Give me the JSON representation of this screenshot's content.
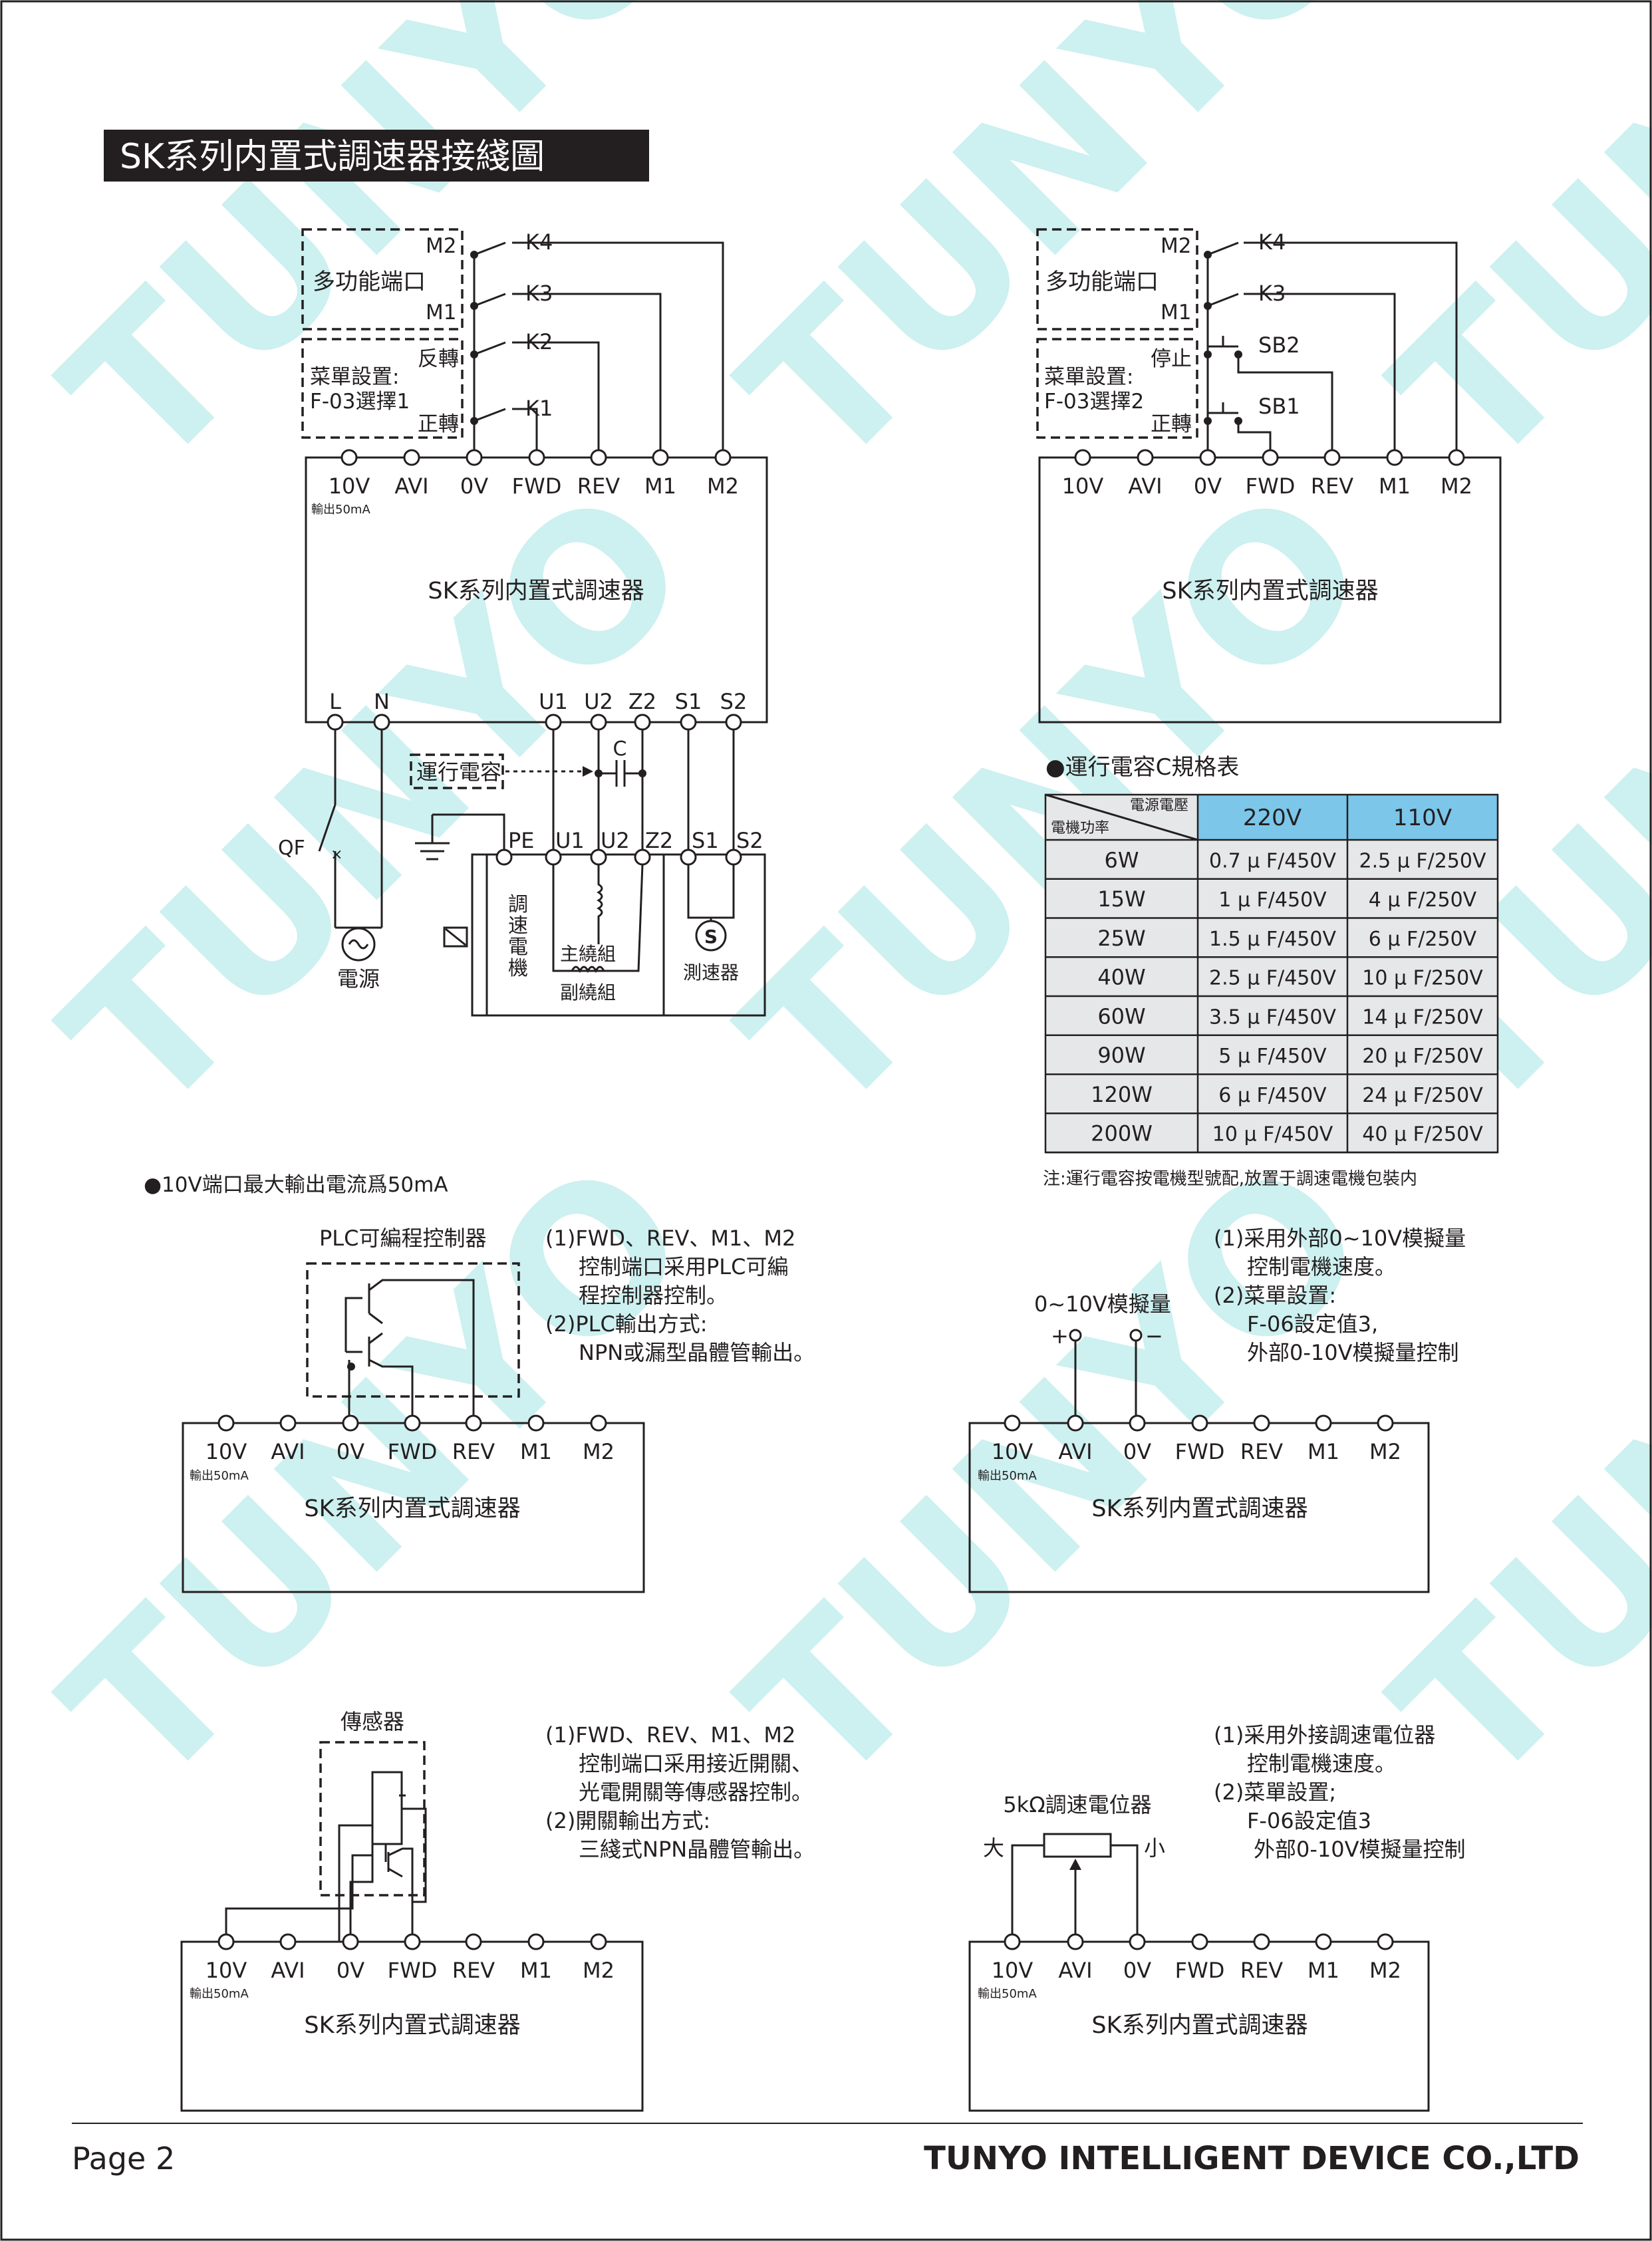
{
  "header": {
    "title": "SK系列内置式調速器接綫圖"
  },
  "watermark": {
    "text": "TUNYO"
  },
  "controller": {
    "name": "SK系列内置式調速器",
    "terminals": [
      "10V",
      "AVI",
      "0V",
      "FWD",
      "REV",
      "M1",
      "M2"
    ],
    "output_note": "輸出50mA",
    "power_terminals": [
      "L",
      "N"
    ],
    "motor_terminals": [
      "U1",
      "U2",
      "Z2",
      "S1",
      "S2"
    ]
  },
  "diagram1": {
    "multi_port": "多功能端口",
    "m2": "M2",
    "m1": "M1",
    "menu": "菜單設置:",
    "menu_value": "F-03選擇1",
    "reverse": "反轉",
    "forward": "正轉",
    "switches": [
      "K4",
      "K3",
      "K2",
      "K1"
    ],
    "run_cap": "運行電容",
    "cap": "C",
    "qf": "QF",
    "power": "電源",
    "pe": "PE",
    "motor": [
      "調",
      "速",
      "電",
      "機"
    ],
    "main_winding": "主繞組",
    "aux_winding": "副繞組",
    "tacho": "測速器",
    "tacho_symbol": "S"
  },
  "diagram2": {
    "multi_port": "多功能端口",
    "m2": "M2",
    "m1": "M1",
    "menu": "菜單設置:",
    "menu_value": "F-03選擇2",
    "stop": "停止",
    "forward": "正轉",
    "switches": [
      "K4",
      "K3",
      "SB2",
      "SB1"
    ]
  },
  "capacitor_table": {
    "title": "●運行電容C規格表",
    "header_top": "電源電壓",
    "header_side": "電機功率",
    "columns": [
      "220V",
      "110V"
    ],
    "rows": [
      [
        "6W",
        "0.7 μ F/450V",
        "2.5 μ F/250V"
      ],
      [
        "15W",
        "1 μ F/450V",
        "4 μ F/250V"
      ],
      [
        "25W",
        "1.5 μ F/450V",
        "6 μ F/250V"
      ],
      [
        "40W",
        "2.5 μ F/450V",
        "10 μ F/250V"
      ],
      [
        "60W",
        "3.5 μ F/450V",
        "14 μ F/250V"
      ],
      [
        "90W",
        "5 μ F/450V",
        "20 μ F/250V"
      ],
      [
        "120W",
        "6 μ F/450V",
        "24 μ F/250V"
      ],
      [
        "200W",
        "10 μ F/450V",
        "40 μ F/250V"
      ]
    ],
    "note": "注:運行電容按電機型號配,放置于調速電機包裝内"
  },
  "current_note": "●10V端口最大輸出電流爲50mA",
  "plc": {
    "label": "PLC可編程控制器",
    "lines": [
      "(1)FWD、REV、M1、M2",
      "控制端口采用PLC可編",
      "程控制器控制。",
      "(2)PLC輸出方式:",
      "NPN或漏型晶體管輸出。"
    ]
  },
  "analog": {
    "label": "0~10V模擬量",
    "plus": "+",
    "minus": "−",
    "lines": [
      "(1)采用外部0~10V模擬量",
      "控制電機速度。",
      "(2)菜單設置:",
      "F-06設定值3,",
      "外部0-10V模擬量控制"
    ]
  },
  "sensor": {
    "label": "傳感器",
    "lines": [
      "(1)FWD、REV、M1、M2",
      "控制端口采用接近開關、",
      "光電開關等傳感器控制。",
      "(2)開關輸出方式:",
      "三綫式NPN晶體管輸出。"
    ]
  },
  "potentiometer": {
    "label": "5kΩ調速電位器",
    "big": "大",
    "small": "小",
    "lines": [
      "(1)采用外接調速電位器",
      "控制電機速度。",
      "(2)菜單設置;",
      "F-06設定值3",
      "外部0-10V模擬量控制"
    ]
  },
  "footer": {
    "page": "Page 2",
    "company": "TUNYO INTELLIGENT DEVICE CO.,LTD"
  }
}
